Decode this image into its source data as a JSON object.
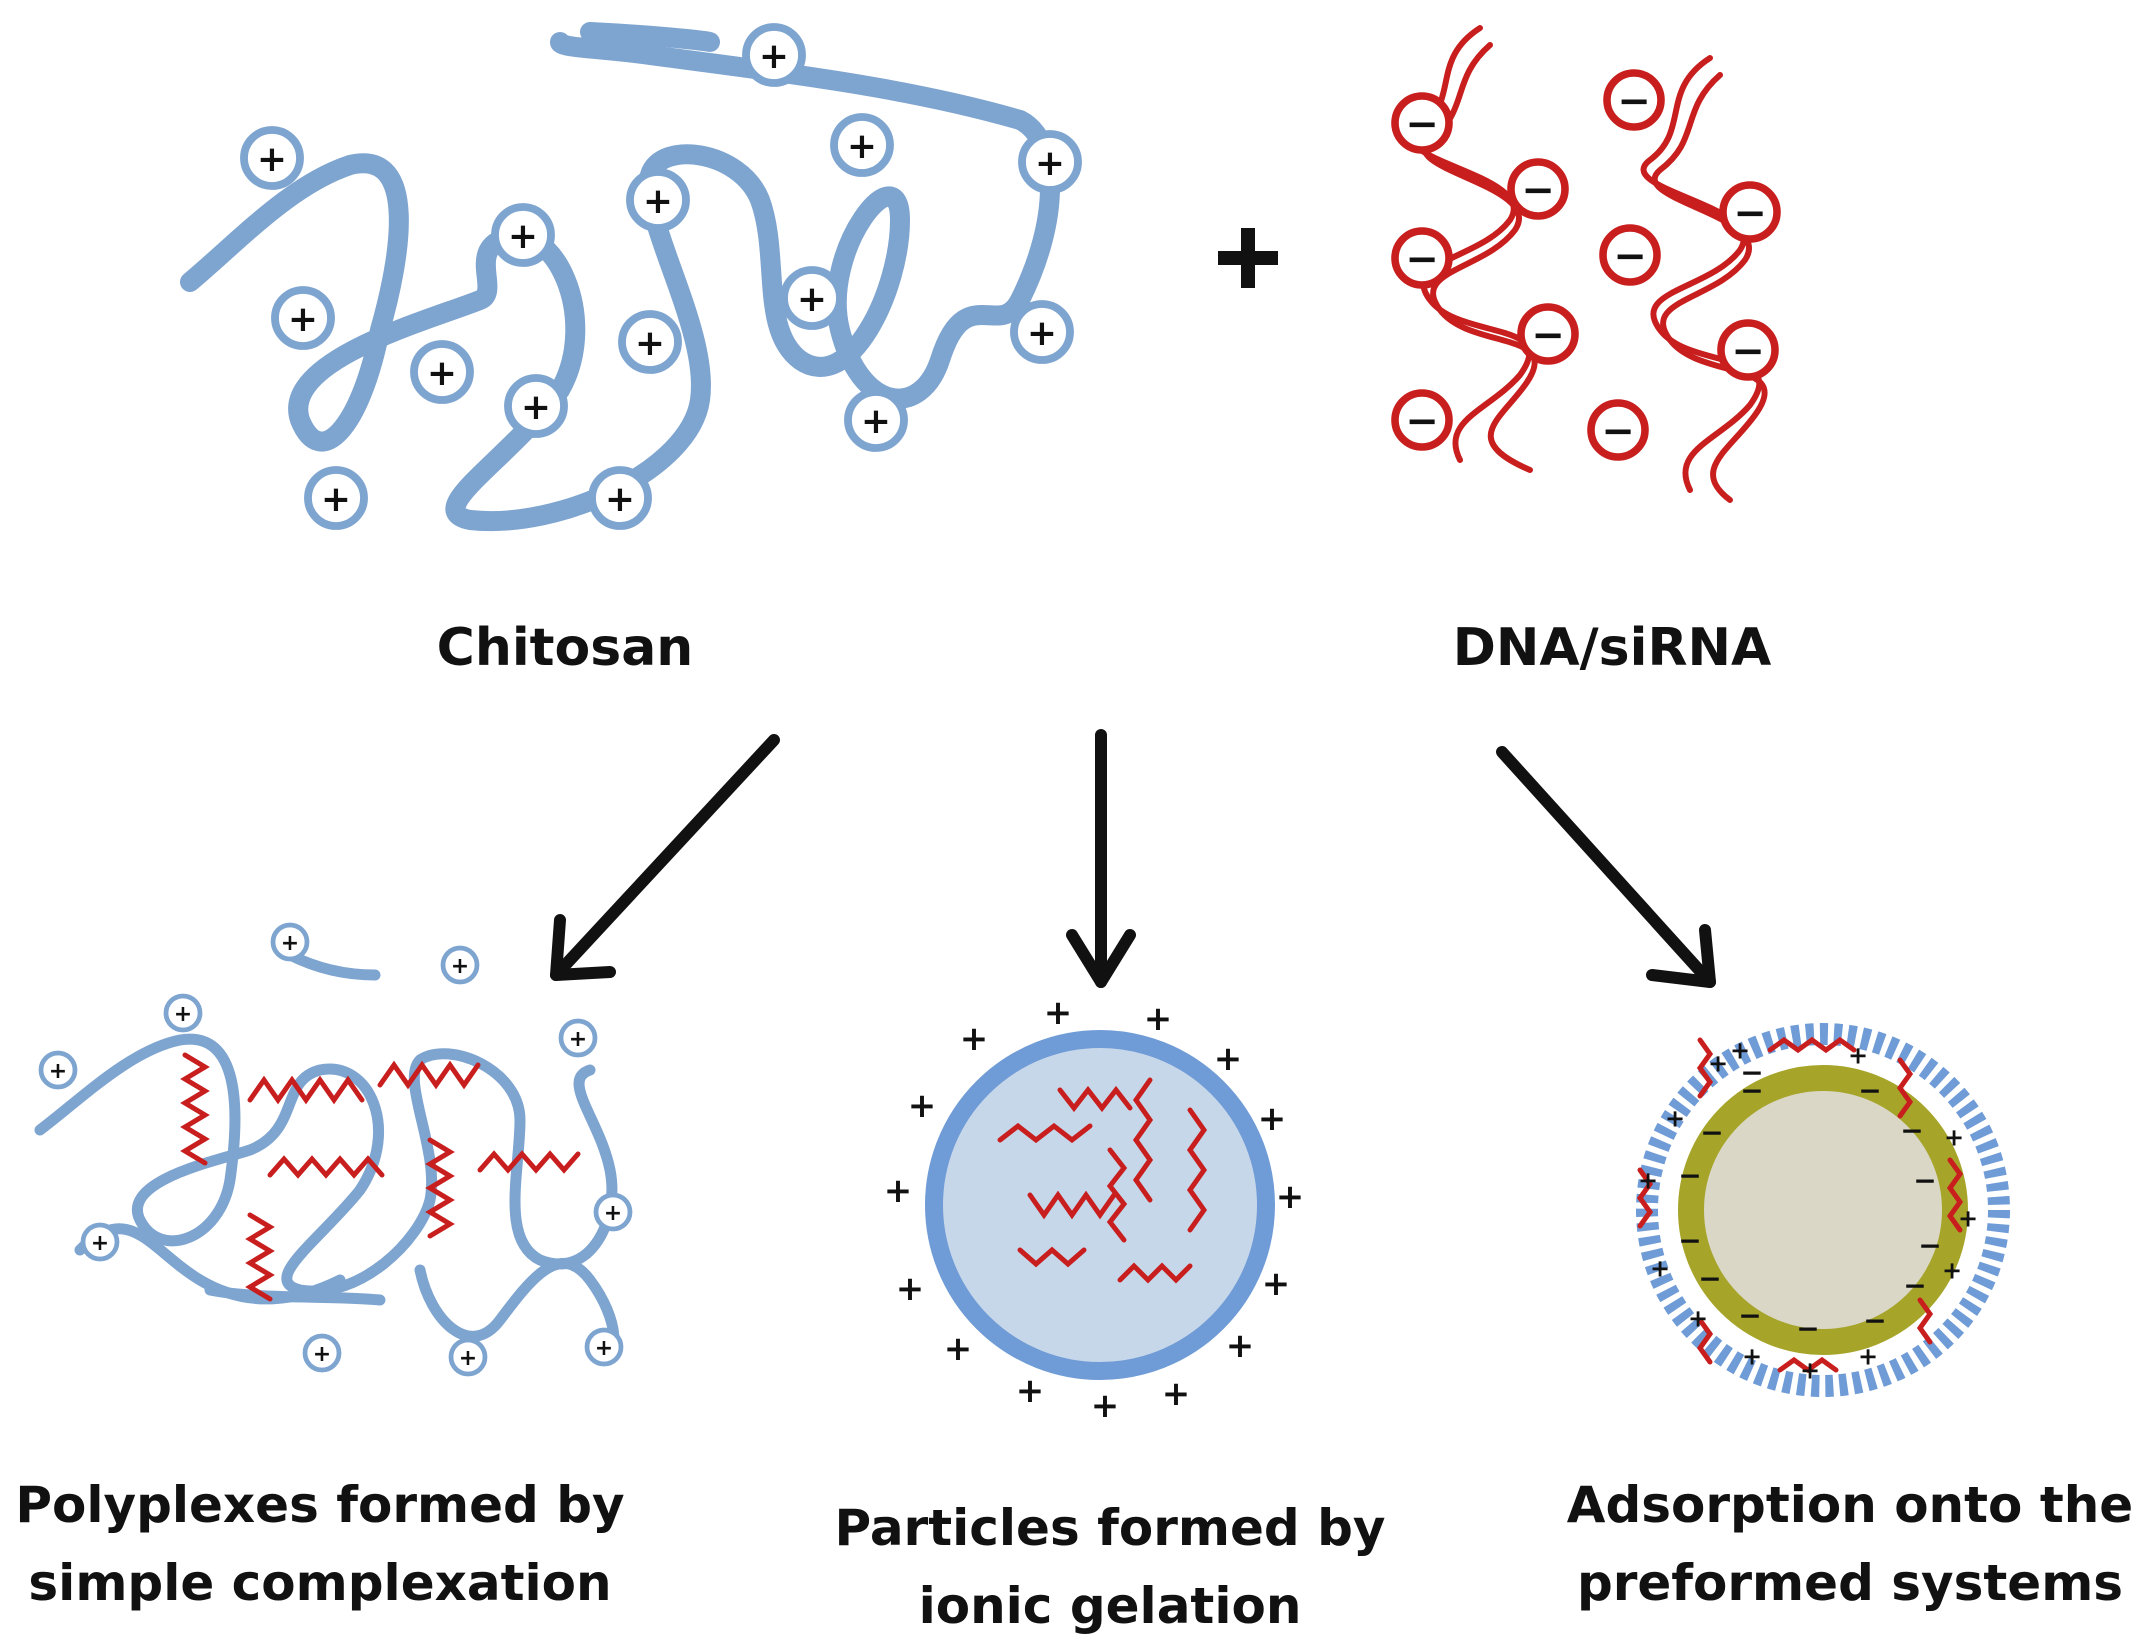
{
  "colors": {
    "chitosan": "#7ea4d0",
    "nucleic_acid": "#c81e1e",
    "core_shell": "#a6a52a",
    "core_fill": "#dad7c6",
    "particle_fill": "#c7d7ea",
    "particle_border": "#6f9bd6",
    "text": "#111111"
  },
  "labels": {
    "chitosan": "Chitosan",
    "dna_sirna": "DNA/siRNA",
    "polyplex_line1": "Polyplexes formed by",
    "polyplex_line2": "simple complexation",
    "gelation_line1": "Particles formed by",
    "gelation_line2": "ionic gelation",
    "adsorption_line1": "Adsorption onto the",
    "adsorption_line2": "preformed systems"
  },
  "symbols": {
    "plus": "+",
    "minus": "−"
  }
}
